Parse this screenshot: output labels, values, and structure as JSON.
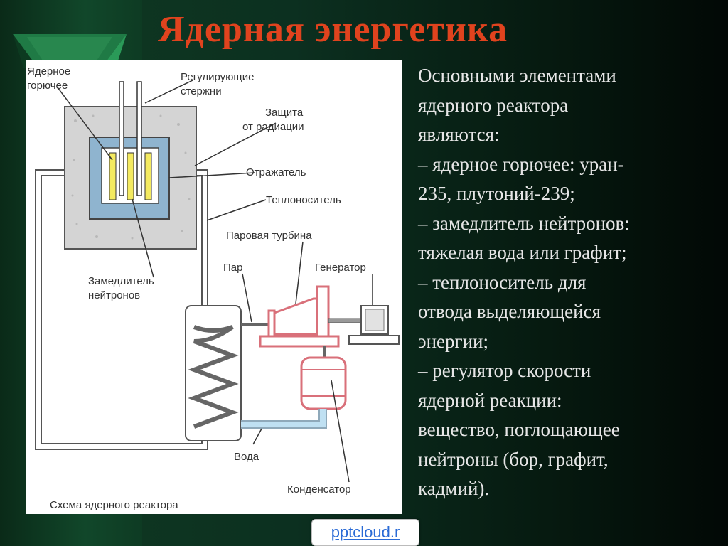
{
  "title": "Ядерная энергетика",
  "diagram": {
    "labels": {
      "fuel_1": "Ядерное",
      "fuel_2": "горючее",
      "rods_1": "Регулирующие",
      "rods_2": "стержни",
      "shield_1": "Защита",
      "shield_2": "от радиации",
      "reflector": "Отражатель",
      "coolant": "Теплоноситель",
      "turbine": "Паровая турбина",
      "steam": "Пар",
      "generator": "Генератор",
      "moderator_1": "Замедлитель",
      "moderator_2": "нейтронов",
      "water": "Вода",
      "condenser": "Конденсатор",
      "caption": "Схема ядерного реактора"
    },
    "colors": {
      "shield": "#d4d4d4",
      "core": "#8fb4cf",
      "fuel": "#f4ea60",
      "equipment": "#d9707a",
      "water": "#bfe0f2"
    }
  },
  "text_lines": [
    "Основными элементами",
    "ядерного реактора",
    "являются:",
    "– ядерное горючее: уран-",
    "235, плутоний-239;",
    "– замедлитель нейтронов:",
    "тяжелая вода или графит;",
    "– теплоноситель для",
    "отвода выделяющейся",
    "энергии;",
    "– регулятор скорости",
    "ядерной реакции:",
    "вещество, поглощающее",
    "нейтроны (бор, графит,",
    "кадмий)."
  ],
  "watermark": "pptcloud.r"
}
